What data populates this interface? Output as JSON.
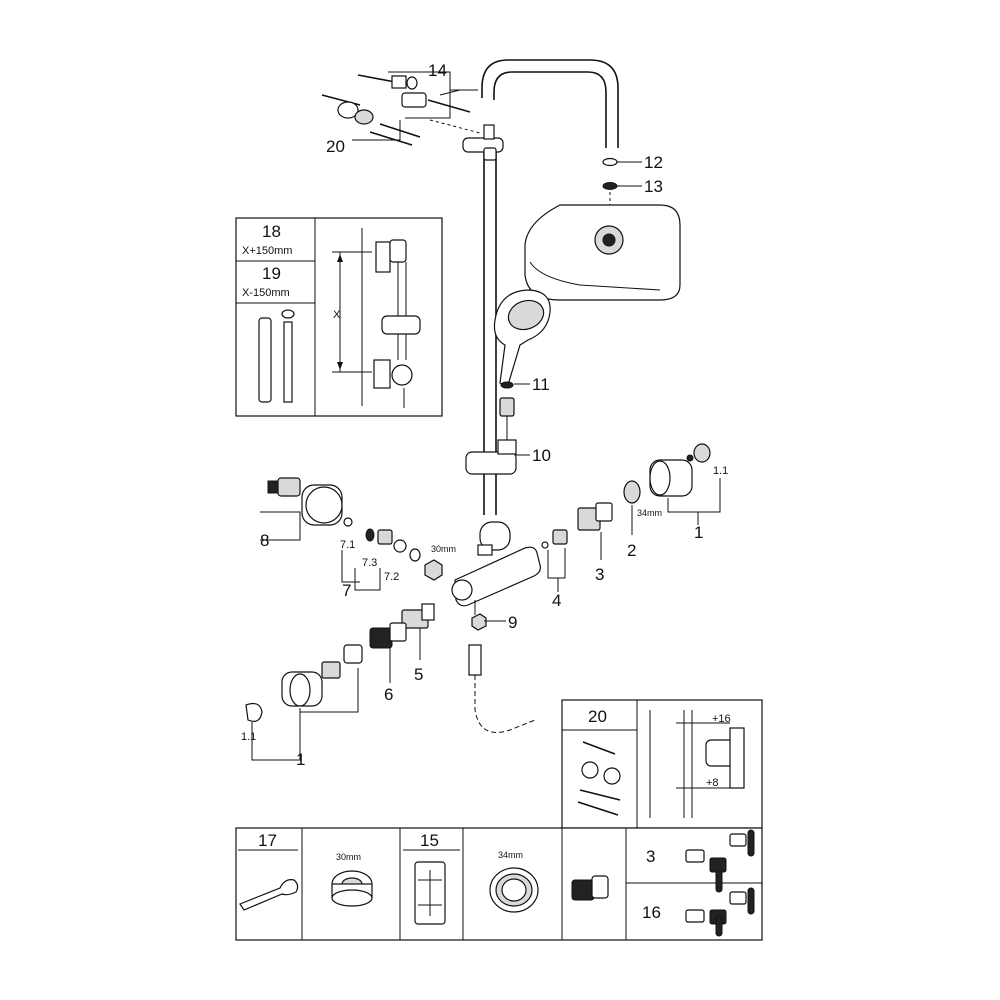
{
  "parts": {
    "p14": "14",
    "p20": "20",
    "p12": "12",
    "p13": "13",
    "p11": "11",
    "p10": "10",
    "p8": "8",
    "p7": "7",
    "p7_1": "7.1",
    "p7_2": "7.2",
    "p7_3": "7.3",
    "p6": "6",
    "p5": "5",
    "p9": "9",
    "p4": "4",
    "p3": "3",
    "p2": "2",
    "p1_right": "1",
    "p1_1_right": "1.1",
    "p1_left": "1",
    "p1_1_left": "1.1",
    "dim_30mm": "30mm",
    "dim_34mm": "34mm"
  },
  "extension_box": {
    "label_18": "18",
    "dim_18": "X+150mm",
    "label_19": "19",
    "dim_19": "X-150mm",
    "x_label": "X"
  },
  "wall_box": {
    "label_20": "20",
    "dim_top": "+16",
    "dim_bottom": "+8"
  },
  "tools": {
    "label_17": "17",
    "nut_dim": "30mm",
    "label_15": "15",
    "ring_dim": "34mm",
    "label_3": "3",
    "label_16": "16"
  },
  "colors": {
    "line": "#111111",
    "background": "#ffffff",
    "fill_gray": "#d9d9d9"
  }
}
